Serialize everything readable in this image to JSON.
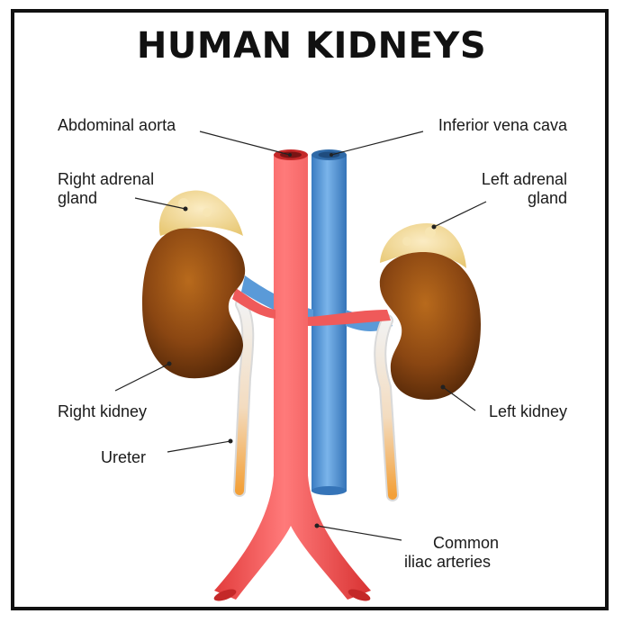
{
  "title": "HUMAN KIDNEYS",
  "labels": {
    "abdominal_aorta": "Abdominal aorta",
    "inferior_vena_cava": "Inferior vena cava",
    "right_adrenal_line1": "Right adrenal",
    "right_adrenal_line2": "gland",
    "left_adrenal_line1": "Left adrenal",
    "left_adrenal_line2": "gland",
    "right_kidney": "Right kidney",
    "left_kidney": "Left kidney",
    "ureter": "Ureter",
    "common_iliac_line1": "Common",
    "common_iliac_line2": "iliac arteries"
  },
  "colors": {
    "artery": "#ef5050",
    "vein": "#4d92d6",
    "kidney": "#7a3c0e",
    "adrenal": "#f4dea0",
    "ureter": "#f0a040"
  }
}
